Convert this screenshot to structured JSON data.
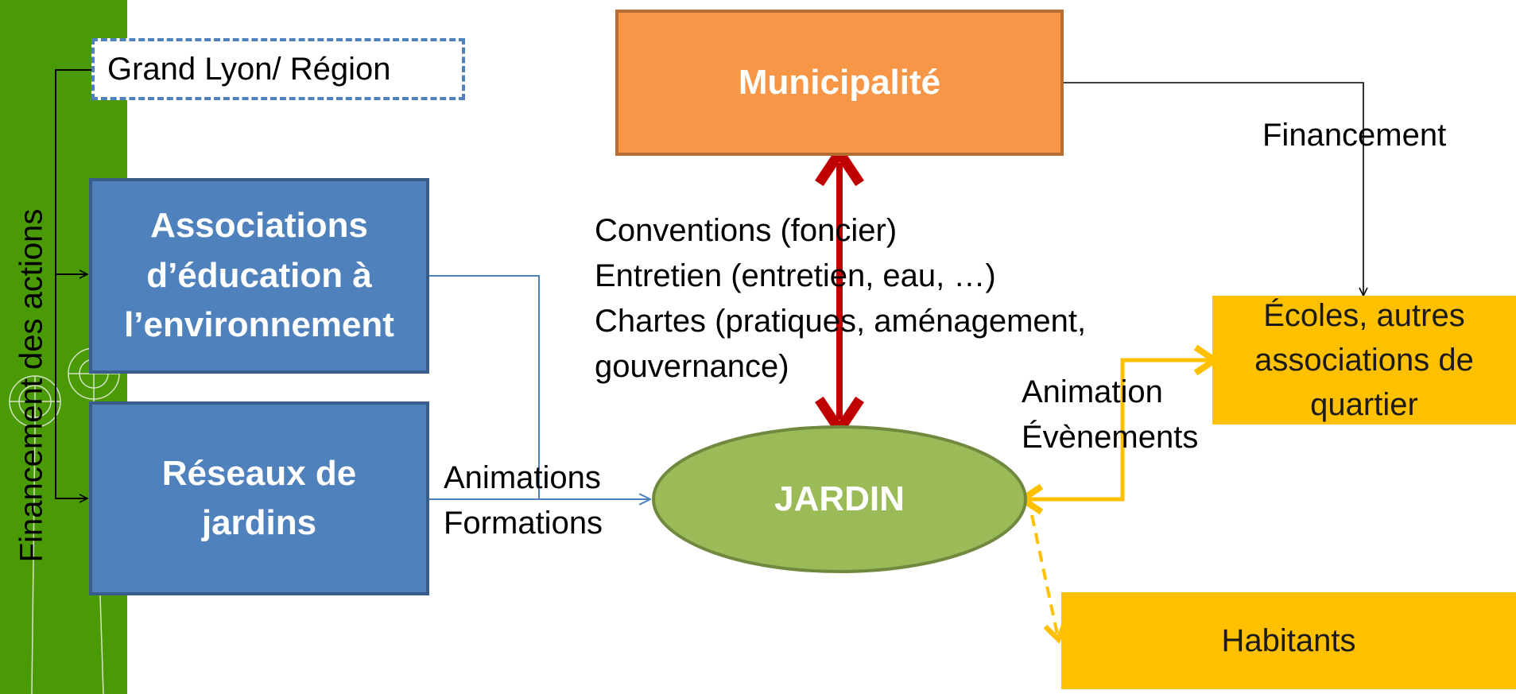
{
  "nodes": {
    "municipalite": "Municipalité",
    "grand_lyon": "Grand Lyon/ Région",
    "associations": [
      "Associations",
      "d’éducation à",
      "l’environnement"
    ],
    "reseaux": [
      "Réseaux de",
      "jardins"
    ],
    "jardin": "JARDIN",
    "ecoles": [
      "Écoles, autres",
      "associations de",
      "quartier"
    ],
    "habitants": "Habitants"
  },
  "labels": {
    "side_vertical": "Financement des actions",
    "financement": "Financement",
    "conventions": [
      "Conventions (foncier)",
      "Entretien (entretien, eau, …)",
      "Chartes (pratiques, aménagement,",
      "gouvernance)"
    ],
    "animations_formations": [
      "Animations",
      "Formations"
    ],
    "animation_evenements": [
      "Animation",
      "Évènements"
    ]
  },
  "colors": {
    "side_band": "#4a9a06",
    "blue_box": "#4f81bd",
    "orange_box": "#f79646",
    "garden": "#9bbb59",
    "yellow_box": "#ffc000",
    "red_arrow": "#c00000"
  }
}
